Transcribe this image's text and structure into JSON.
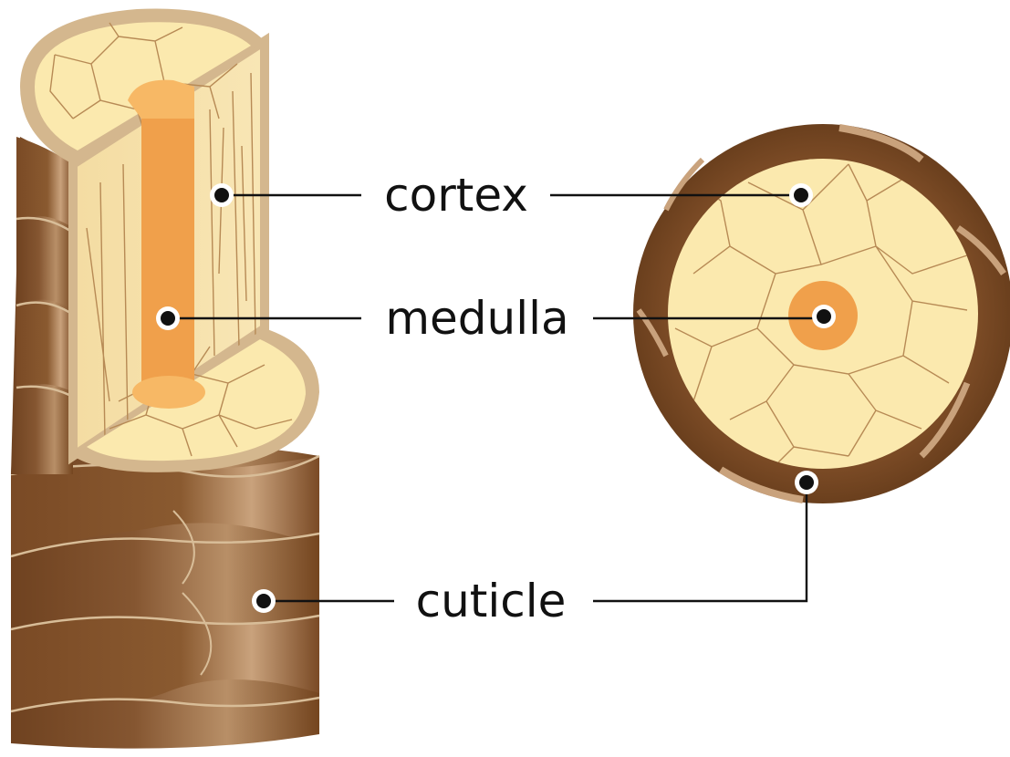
{
  "labels": {
    "cortex": "cortex",
    "medulla": "medulla",
    "cuticle": "cuticle"
  },
  "colors": {
    "cuticle_dark": "#7a4a25",
    "cuticle_light": "#c9a27c",
    "cuticle_edge": "#d8bd98",
    "cortex_fill": "#fbe9ae",
    "cortex_lines": "#b78a55",
    "medulla_fill": "#f0a04b",
    "medulla_cap": "#f7b865",
    "rim": "#d4b78e",
    "line": "#111111"
  }
}
